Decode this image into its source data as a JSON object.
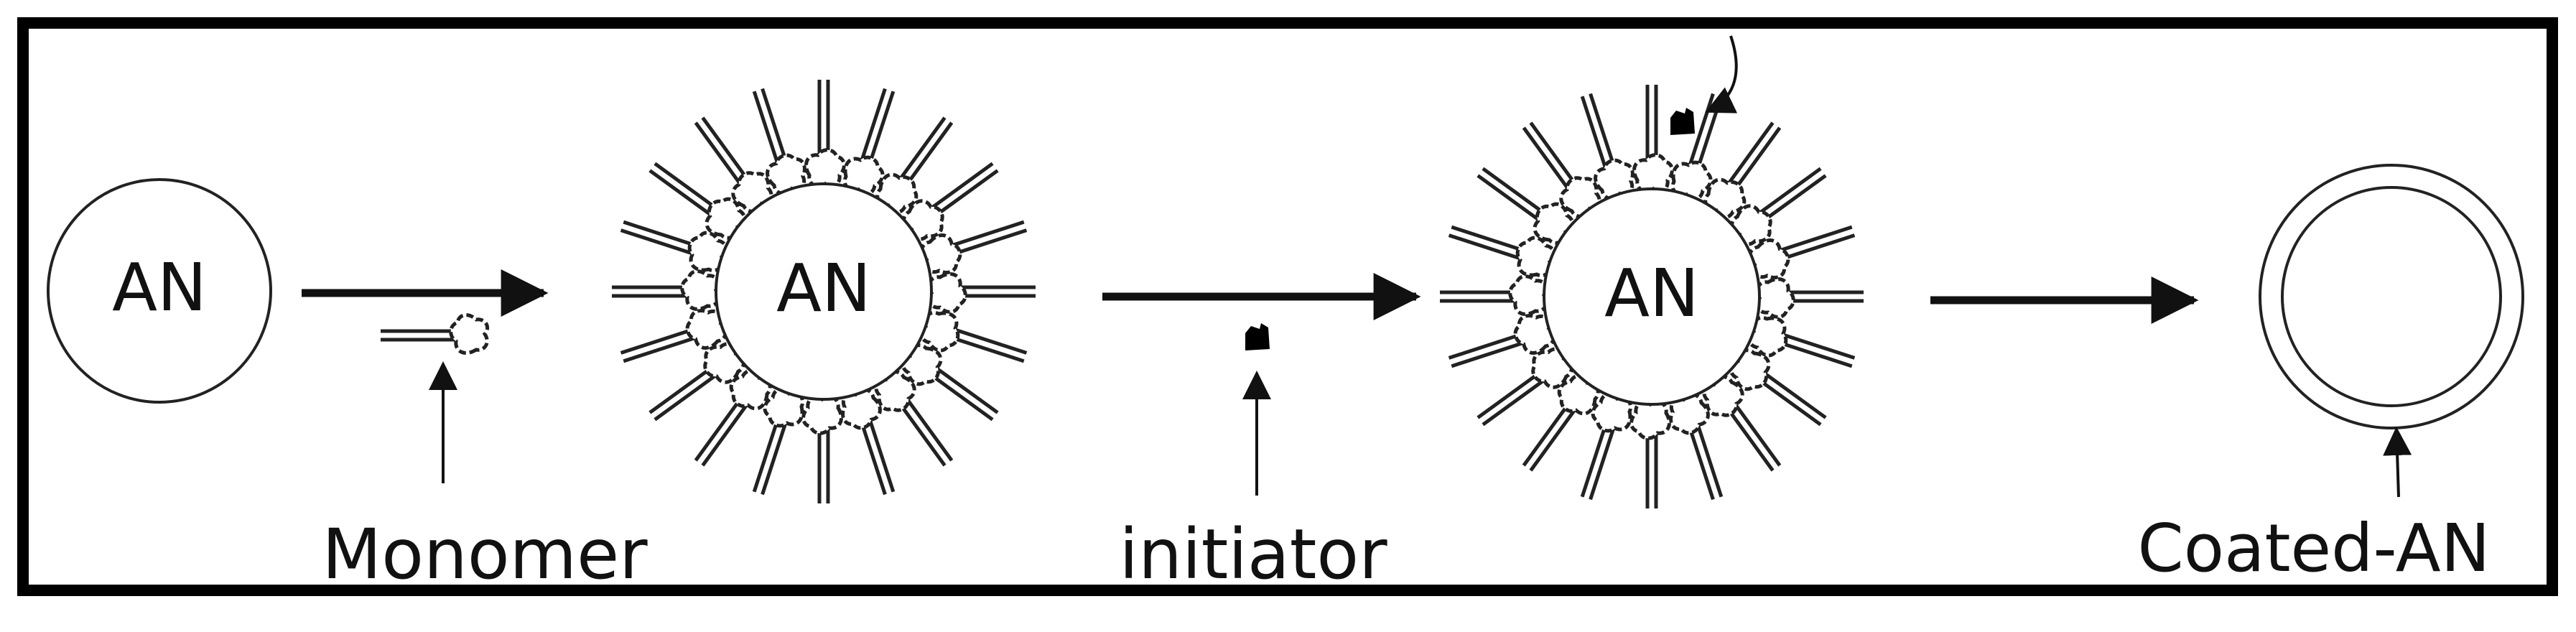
{
  "labels": {
    "particle_1": "AN",
    "particle_2": "AN",
    "particle_3": "AN",
    "monomer": "Monomer",
    "initiator": "initiator",
    "coated": "Coated-AN"
  },
  "colors": {
    "frame": "#000000",
    "line": "#111111",
    "background": "#ffffff"
  },
  "steps": [
    {
      "from": "AN",
      "reagent": "Monomer"
    },
    {
      "from": "AN with adsorbed monomer",
      "reagent": "initiator"
    },
    {
      "from": "AN with initiator",
      "reagent": ""
    }
  ]
}
